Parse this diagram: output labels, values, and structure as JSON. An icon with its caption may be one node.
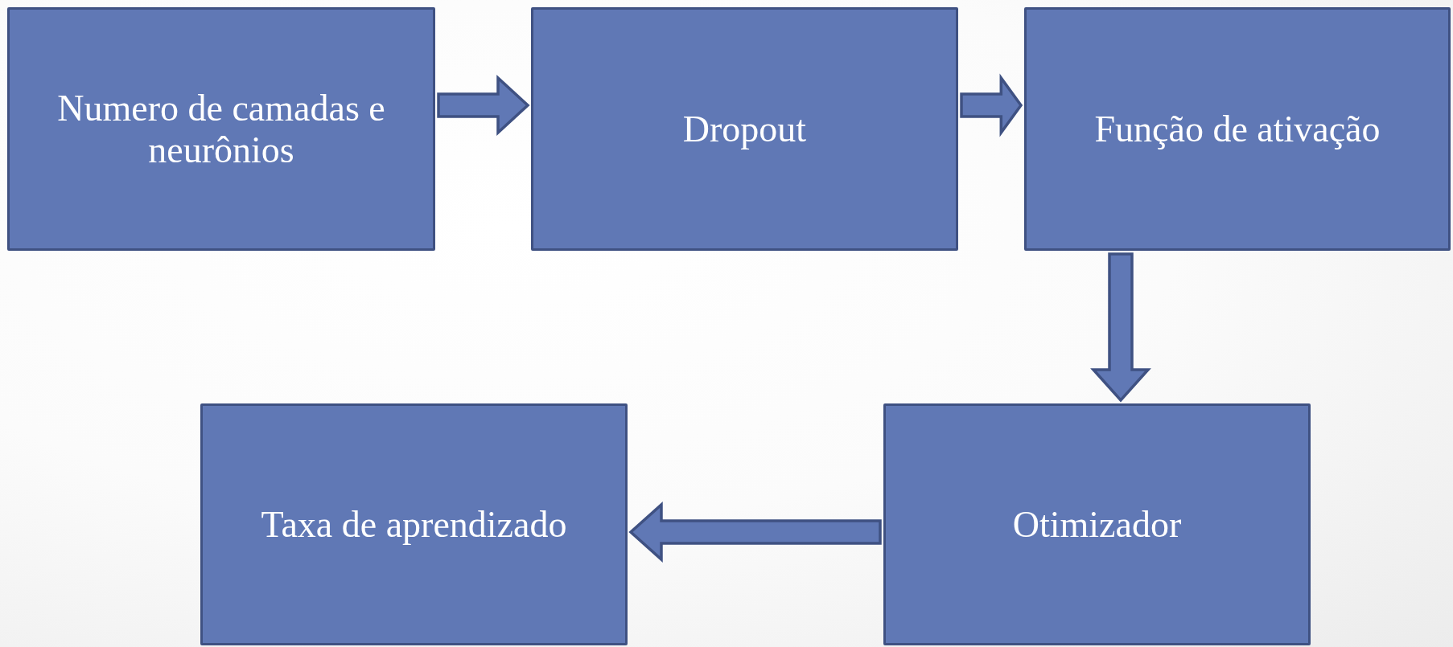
{
  "diagram": {
    "nodes": [
      {
        "text": [
          "Numero de camadas e neurônios"
        ]
      },
      {
        "text": [
          "Dropout"
        ]
      },
      {
        "text": [
          "Função de ativação"
        ]
      },
      {
        "text": [
          "Otimizador"
        ]
      },
      {
        "text": [
          "Taxa de aprendizado"
        ]
      }
    ],
    "edges": [
      {
        "from": 0,
        "to": 1,
        "arrow": "to"
      },
      {
        "from": 1,
        "to": 2,
        "arrow": "to"
      },
      {
        "from": 2,
        "to": 3,
        "arrow": "to"
      },
      {
        "from": 3,
        "to": 4,
        "arrow": "to"
      }
    ]
  }
}
